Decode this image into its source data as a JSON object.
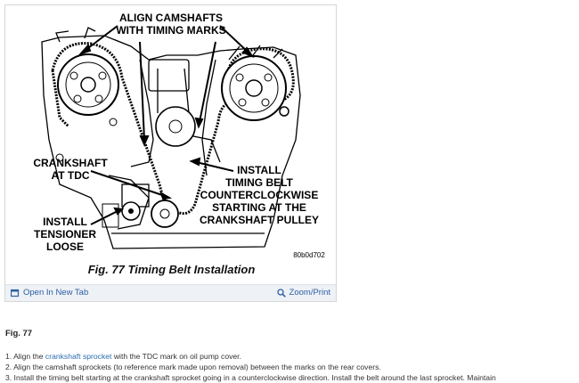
{
  "figure": {
    "labels": {
      "align_camshafts_1": "ALIGN CAMSHAFTS",
      "align_camshafts_2": "WITH TIMING MARKS",
      "crankshaft_1": "CRANKSHAFT",
      "crankshaft_2": "AT TDC",
      "install_belt_1": "INSTALL",
      "install_belt_2": "TIMING BELT",
      "install_belt_3": "COUNTERCLOCKWISE",
      "install_belt_4": "STARTING AT THE",
      "install_belt_5": "CRANKSHAFT PULLEY",
      "install_tensioner_1": "INSTALL",
      "install_tensioner_2": "TENSIONER",
      "install_tensioner_3": "LOOSE",
      "code": "80b0d702"
    },
    "caption": "Fig. 77 Timing Belt Installation",
    "open_tab_label": "Open In New Tab",
    "zoom_label": "Zoom/Print"
  },
  "article": {
    "fig_label": "Fig. 77",
    "step1_before": "1. Align the ",
    "step1_link": "crankshaft sprocket",
    "step1_after": " with the TDC mark on oil pump cover.",
    "step2": "2. Align the camshaft sprockets (to reference mark made upon removal) between the marks on the rear covers.",
    "step3": "3. Install the timing belt starting at the crankshaft sprocket going in a counterclockwise direction. Install the belt around the last sprocket. Maintain"
  },
  "colors": {
    "link": "#2b6cb0",
    "bar": "#eef1f6"
  }
}
